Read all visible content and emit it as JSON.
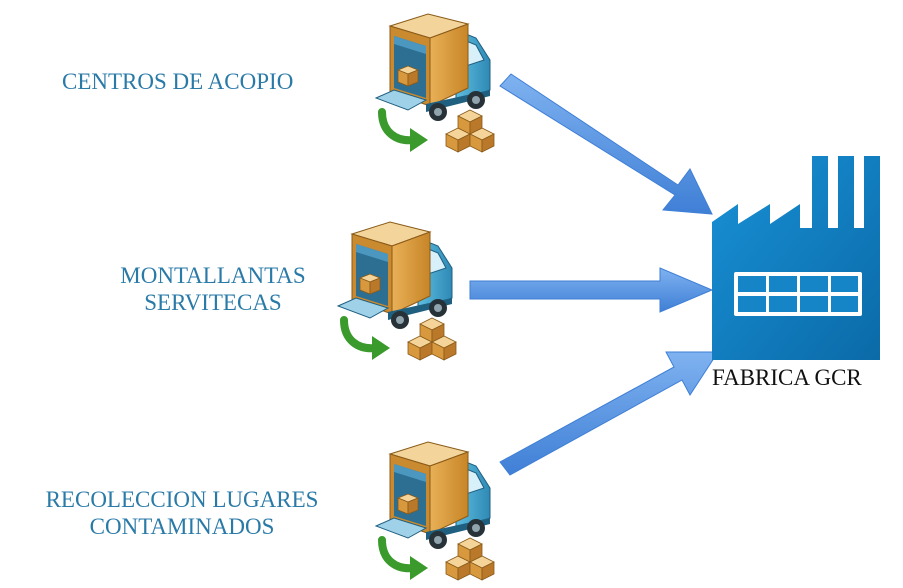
{
  "sources": [
    {
      "lines": [
        "CENTROS DE ACOPIO"
      ]
    },
    {
      "lines": [
        "MONTALLANTAS",
        "SERVITECAS"
      ]
    },
    {
      "lines": [
        "RECOLECCION LUGARES",
        "CONTAMINADOS"
      ]
    }
  ],
  "destination": {
    "label": "FABRICA GCR"
  },
  "colors": {
    "label_text": "#2a7aa8",
    "factory_text": "#111111",
    "arrow": "#4f8fe0",
    "factory": "#0f79bf",
    "truck_box": "#d99a3b",
    "truck_cab": "#4aa3c8",
    "green_arrow": "#3a9a2c",
    "package": "#e3a85a"
  },
  "icons": {
    "vehicle": "delivery-truck-icon",
    "destination": "factory-icon",
    "flow": "arrow-icon"
  }
}
